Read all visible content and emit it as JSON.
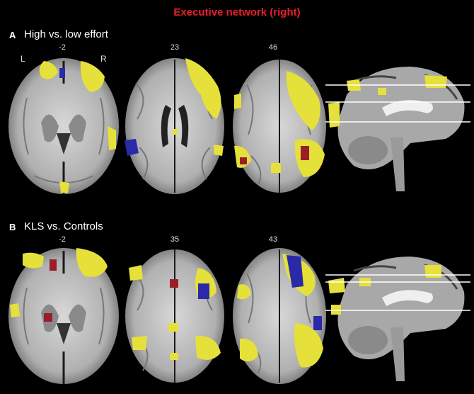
{
  "figure": {
    "title": "Executive network (right)",
    "title_color": "#e8202a",
    "activation_colors": {
      "positive": "#e6e03a",
      "negative": "#2a2aa8",
      "overlap": "#9a1e28"
    }
  },
  "panel_a": {
    "letter": "A",
    "label": "High vs. low effort",
    "left_marker": "L",
    "right_marker": "R",
    "slices": [
      "-2",
      "23",
      "46"
    ]
  },
  "panel_b": {
    "letter": "B",
    "label": "KLS vs. Controls",
    "slices": [
      "-2",
      "35",
      "43"
    ]
  }
}
